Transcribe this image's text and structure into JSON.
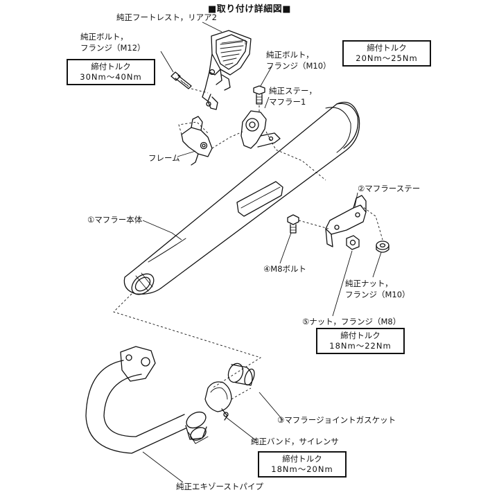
{
  "title": "■取り付け詳細図■",
  "labels": {
    "footrest": "純正フートレスト，リアア2",
    "bolt_m12_line1": "純正ボルト，",
    "bolt_m12_line2": "フランジ（M12）",
    "bolt_m10_line1": "純正ボルト，",
    "bolt_m10_line2": "フランジ（M10）",
    "stay1_line1": "純正ステー，",
    "stay1_line2": "マフラー1",
    "frame": "フレーム",
    "muffler_body": "①マフラー本体",
    "muffler_stay": "②マフラーステー",
    "m8_bolt": "④M8ボルト",
    "nut_m10_line1": "純正ナット，",
    "nut_m10_line2": "フランジ（M10）",
    "nut_m8": "⑤ナット，フランジ（M8）",
    "gasket": "③マフラージョイントガスケット",
    "band": "純正バンド，サイレンサ",
    "exhaust_pipe": "純正エキゾーストパイプ"
  },
  "torque": {
    "label": "締付トルク",
    "m12": "30Nm〜40Nm",
    "m10": "20Nm〜25Nm",
    "m8": "18Nm〜22Nm",
    "band": "18Nm〜20Nm"
  }
}
